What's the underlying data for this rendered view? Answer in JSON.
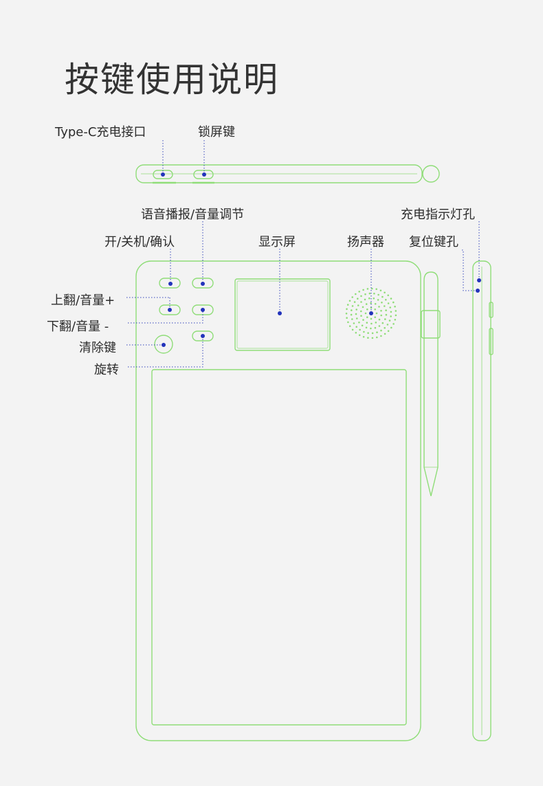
{
  "title": "按键使用说明",
  "labels": {
    "typec": "Type-C充电接口",
    "lock": "锁屏键",
    "voice": "语音播报/音量调节",
    "power": "开/关机/确认",
    "display": "显示屏",
    "speaker": "扬声器",
    "charge_led": "充电指示灯孔",
    "reset": "复位键孔",
    "page_up": "上翻/音量+",
    "page_down": "下翻/音量 -",
    "clear": "清除键",
    "rotate": "旋转"
  },
  "colors": {
    "outline": "#8fdd78",
    "dot": "#2233bb",
    "leader": "#3344bb",
    "text": "#2b2b2b",
    "background": "#f3f3f3"
  }
}
